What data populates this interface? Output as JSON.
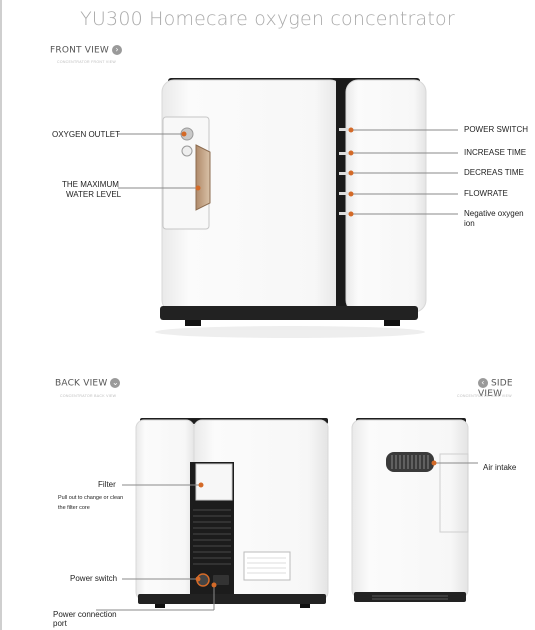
{
  "title": "YU300 Homecare oxygen concentrator",
  "front": {
    "heading": "FRONT VIEW",
    "subheading": "CONCENTRATOR FRONT VIEW",
    "left_labels": [
      "OXYGEN OUTLET",
      "THE MAXIMUM",
      "WATER LEVEL"
    ],
    "right_labels": [
      "POWER SWITCH",
      "INCREASE TIME",
      "DECREAS TIME",
      "FLOWRATE",
      "Negative oxygen ion"
    ]
  },
  "back": {
    "heading": "BACK VIEW",
    "subheading": "CONCENTRATOR BACK VIEW",
    "filter_label": "Filter",
    "filter_note_1": "Pull out to change or clean",
    "filter_note_2": "the filter core",
    "power_switch_label": "Power switch",
    "power_port_label_1": "Power connection",
    "power_port_label_2": "port"
  },
  "side": {
    "heading": "SIDE VIEW",
    "subheading": "CONCENTRATOR SIDE VIEW",
    "air_intake_label": "Air intake"
  },
  "colors": {
    "accent": "#d46a28",
    "body_white": "#f4f4f4",
    "dark": "#1e1e1e"
  },
  "icons": [
    "chevron-right-icon",
    "chevron-down-icon",
    "chevron-left-icon"
  ]
}
